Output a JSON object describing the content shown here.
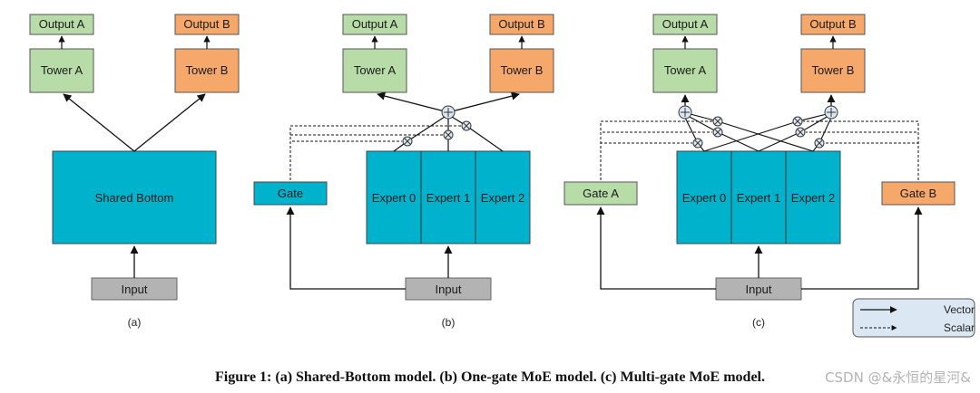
{
  "colors": {
    "teal": "#00b2cc",
    "green": "#b7dca8",
    "orange": "#f5a869",
    "gray": "#b3b3b3",
    "legend_bg": "#dbe7f3"
  },
  "panel_a": {
    "output_a": "Output A",
    "output_b": "Output B",
    "tower_a": "Tower A",
    "tower_b": "Tower B",
    "shared_bottom": "Shared Bottom",
    "input": "Input",
    "label": "(a)"
  },
  "panel_b": {
    "output_a": "Output A",
    "output_b": "Output B",
    "tower_a": "Tower A",
    "tower_b": "Tower B",
    "gate": "Gate",
    "expert_0": "Expert 0",
    "expert_1": "Expert 1",
    "expert_2": "Expert 2",
    "input": "Input",
    "label": "(b)"
  },
  "panel_c": {
    "output_a": "Output A",
    "output_b": "Output B",
    "tower_a": "Tower A",
    "tower_b": "Tower B",
    "gate_a": "Gate A",
    "gate_b": "Gate B",
    "expert_0": "Expert 0",
    "expert_1": "Expert 1",
    "expert_2": "Expert 2",
    "input": "Input",
    "label": "(c)"
  },
  "legend": {
    "vector": "Vector",
    "scalar": "Scalar"
  },
  "caption": "Figure 1: (a) Shared-Bottom model. (b) One-gate MoE model. (c) Multi-gate MoE model.",
  "watermark": "CSDN @&永恒的星河&"
}
